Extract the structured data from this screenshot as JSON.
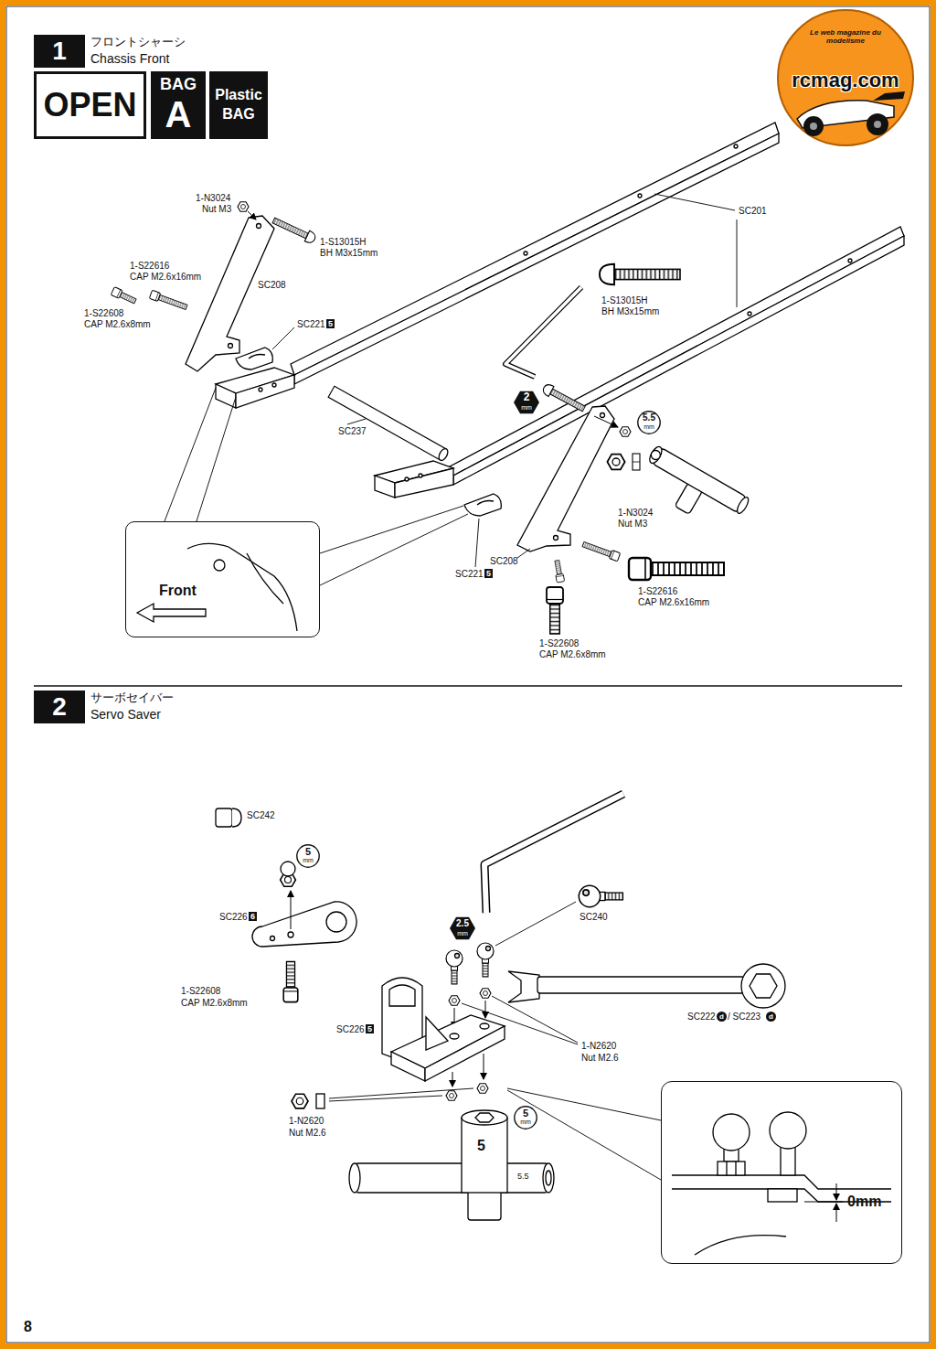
{
  "diagram": {
    "nodes": [
      {
        "text": [
          "1",
          "フロントシャーシ",
          "Chassis Front"
        ]
      },
      {
        "text": [
          "OPEN"
        ]
      },
      {
        "text": [
          "BAG",
          "A"
        ]
      },
      {
        "text": [
          "Plastic BAG"
        ]
      },
      {
        "text": [
          "Le web magazine du modelisme",
          "rcmag.com"
        ]
      },
      {
        "text": [
          "2",
          "mm"
        ]
      },
      {
        "text": [
          "5.5",
          "mm"
        ]
      },
      {
        "text": [
          "Front"
        ]
      },
      {
        "text": [
          "2",
          "サーボセイバー",
          "Servo Saver"
        ]
      },
      {
        "text": [
          "5",
          "mm"
        ]
      },
      {
        "text": [
          "2.5",
          "mm"
        ]
      },
      {
        "text": [
          "5",
          "mm"
        ]
      },
      {
        "text": [
          "0mm"
        ]
      }
    ],
    "labels": [
      "1-N3024",
      "Nut M3",
      "1-S13015H",
      "BH M3x15mm",
      "1-S22616",
      "CAP M2.6x16mm",
      "1-S22608",
      "CAP M2.6x8mm",
      "SC208",
      "SC221",
      "5",
      "SC201",
      "1-S13015H",
      "BH M3x15mm",
      "SC237",
      "1-N3024",
      "Nut M3",
      "SC208",
      "SC221",
      "5",
      "1-S22616",
      "CAP M2.6x16mm",
      "1-S22608",
      "CAP M2.6x8mm",
      "SC242",
      "SC226",
      "6",
      "1-S22608",
      "CAP M2.6x8mm",
      "SC240",
      "SC226",
      "5",
      "1-N2620",
      "Nut M2.6",
      "SC222",
      "d",
      "/ SC223",
      "d",
      "1-N2620",
      "Nut M2.6",
      "5",
      "5.5",
      "8"
    ]
  }
}
